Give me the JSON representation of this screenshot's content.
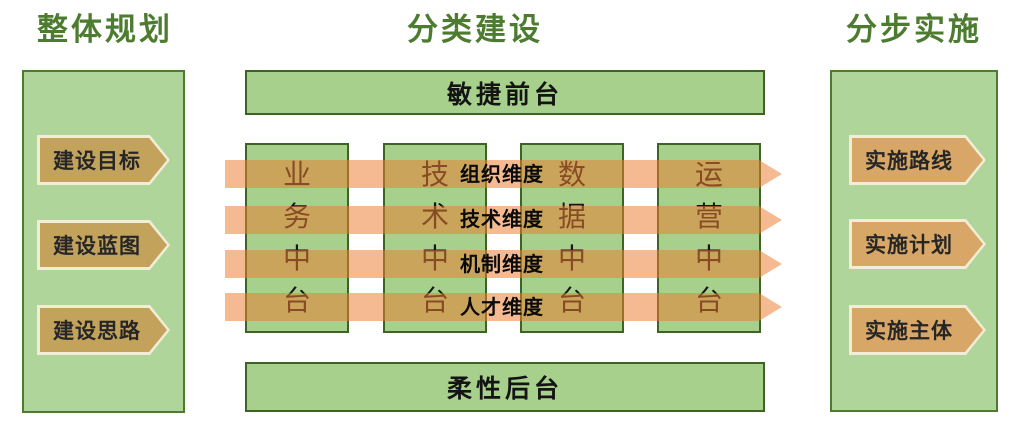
{
  "colors": {
    "panel_green": "#AFD59B",
    "shape_green": "#A7D08C",
    "green_border": "#3E6323",
    "header_text_green": "#4D7C31",
    "left_button_fill": "#C3A35C",
    "right_button_fill": "#D8A767",
    "button_border_cream": "#F2EDD7",
    "band_salmon": "rgba(237,125,49,0.53)",
    "text_dark": "#262626"
  },
  "headers": {
    "left": "整体规划",
    "center": "分类建设",
    "right": "分步实施"
  },
  "left_panel": {
    "items": [
      {
        "label": "建设目标"
      },
      {
        "label": "建设蓝图"
      },
      {
        "label": "建设思路"
      }
    ]
  },
  "right_panel": {
    "items": [
      {
        "label": "实施路线"
      },
      {
        "label": "实施计划"
      },
      {
        "label": "实施主体"
      }
    ]
  },
  "center": {
    "front_bar": "敏捷前台",
    "back_bar": "柔性后台",
    "columns": [
      {
        "label": "业务中台",
        "chars": [
          "业",
          "务",
          "中",
          "台"
        ]
      },
      {
        "label": "技术中台",
        "chars": [
          "技",
          "术",
          "中",
          "台"
        ]
      },
      {
        "label": "数据中台",
        "chars": [
          "数",
          "据",
          "中",
          "台"
        ]
      },
      {
        "label": "运营中台",
        "chars": [
          "运",
          "营",
          "中",
          "台"
        ]
      }
    ],
    "bands": [
      {
        "label": "组织维度"
      },
      {
        "label": "技术维度"
      },
      {
        "label": "机制维度"
      },
      {
        "label": "人才维度"
      }
    ]
  }
}
